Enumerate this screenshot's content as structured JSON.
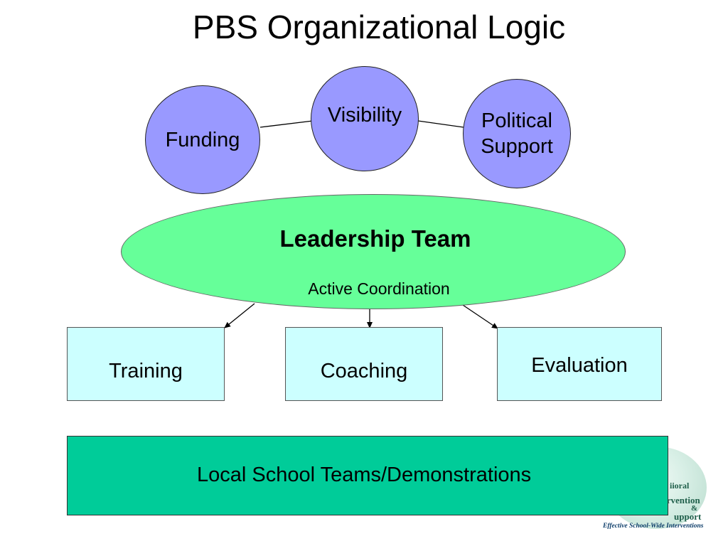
{
  "title": "PBS Organizational Logic",
  "supports": {
    "funding": "Funding",
    "visibility": "Visibility",
    "political_support_line1": "Political",
    "political_support_line2": "Support"
  },
  "leadership": {
    "title": "Leadership Team",
    "subtitle": "Active Coordination"
  },
  "functions": {
    "training": "Training",
    "coaching": "Coaching",
    "evaluation": "Evaluation"
  },
  "local": "Local School Teams/Demonstrations",
  "logo": {
    "line1": "iioral",
    "line2": "ervention",
    "line3": "&",
    "line4": "upport",
    "footer": "Effective School-Wide Interventions"
  },
  "colors": {
    "support_circle": "#9999ff",
    "leadership_ellipse": "#66ff99",
    "function_box": "#ccffff",
    "local_box": "#00cc99"
  }
}
